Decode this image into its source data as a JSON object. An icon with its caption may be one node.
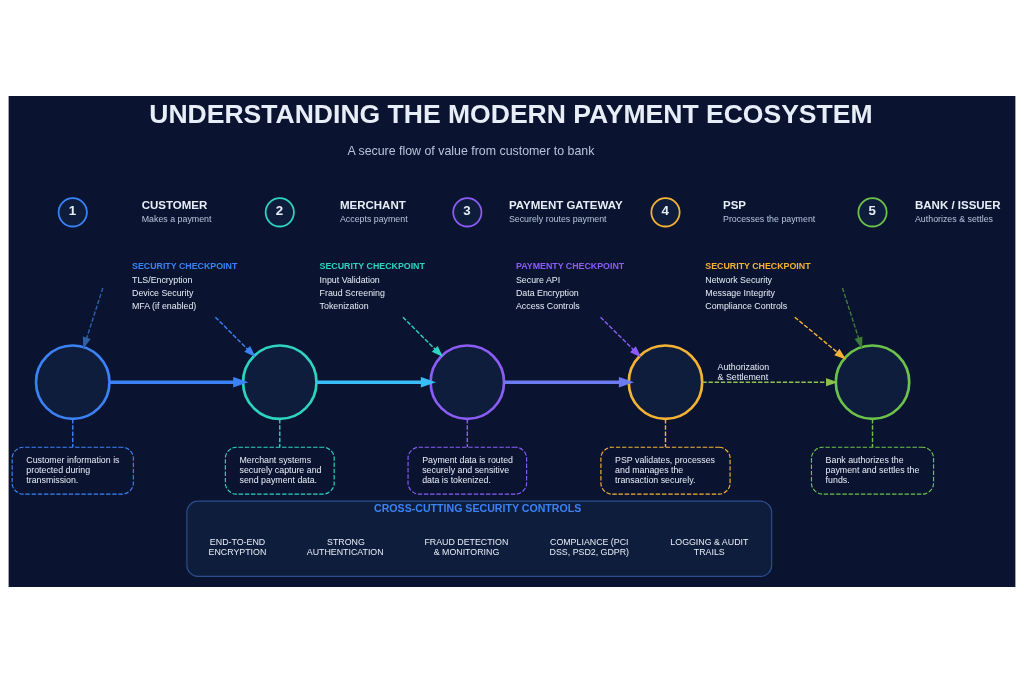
{
  "diagram": {
    "title": "UNDERSTANDING THE MODERN PAYMENT ECOSYSTEM",
    "nodes": [
      {
        "text": [
          "1"
        ],
        "beside": [
          "CUSTOMER",
          "Makes a payment"
        ]
      },
      {
        "text": [
          "2"
        ],
        "beside": [
          "MERCHANT",
          "Accepts payment"
        ]
      },
      {
        "text": [
          "3"
        ],
        "beside": [
          "PAYMENT GATEWAY",
          "Securely routes payment"
        ]
      },
      {
        "text": [
          "4"
        ],
        "beside": [
          "PSP",
          "Processes the payment"
        ]
      },
      {
        "text": [
          "5"
        ],
        "beside": [
          "BANK / ISSUER",
          "Authorizes & settles"
        ]
      },
      {
        "text": [
          "SECURITY CHECKPOINT",
          "TLS/Encryption",
          "Device Security",
          "MFA (if enabled)"
        ]
      },
      {
        "text": [
          "SECURITY CHECKPOINT",
          "Input Validation",
          "Fraud Screening",
          "Tokenization"
        ]
      },
      {
        "text": [
          "PAYMENTY CHECKPOINT",
          "Secure API",
          "Data Encryption",
          "Access Controls"
        ]
      },
      {
        "text": [
          "SECURITY CHECKPOINT",
          "Network Security",
          "Message Integrity",
          "Compliance Controls"
        ]
      },
      {
        "text": [],
        "shape": "circle"
      },
      {
        "text": [],
        "shape": "circle"
      },
      {
        "text": [],
        "shape": "circle"
      },
      {
        "text": [],
        "shape": "circle"
      },
      {
        "text": [],
        "shape": "circle"
      },
      {
        "text": [
          "Customer information is protected during transmission."
        ]
      },
      {
        "text": [
          "Merchant systems securely capture and send payment data."
        ]
      },
      {
        "text": [
          "Payment data is routed securely and sensitive data is tokenized."
        ]
      },
      {
        "text": [
          "PSP validates, processes and manages the transaction securely."
        ]
      },
      {
        "text": [
          "Bank authorizes the payment and settles the funds."
        ]
      },
      {
        "text": [
          "CROSS-CUTTING SECURITY CONTROLS"
        ]
      },
      {
        "text": [
          "END-TO-END ENCRYPTION"
        ],
        "in": 19
      },
      {
        "text": [
          "STRONG AUTHENTICATION"
        ],
        "in": 19
      },
      {
        "text": [
          "FRAUD DETECTION & MONITORING"
        ],
        "in": 19
      },
      {
        "text": [
          "COMPLIANCE (PCI DSS, PSD2, GDPR)"
        ],
        "in": 19
      },
      {
        "text": [
          "LOGGING & AUDIT TRAILS"
        ],
        "in": 19
      }
    ],
    "edges": [
      {
        "from": null,
        "to": 9,
        "arrow": "to",
        "style": "dashed",
        "color": "#2f5fa8"
      },
      {
        "from": 9,
        "to": 10,
        "arrow": "to",
        "style": "thick",
        "color": "#3b82f6"
      },
      {
        "from": 10,
        "to": 11,
        "arrow": "to",
        "style": "thick",
        "color": "#38bdf8"
      },
      {
        "from": 11,
        "to": 12,
        "arrow": "to",
        "style": "thick",
        "color": "#6d7bf0"
      },
      {
        "from": 12,
        "to": 13,
        "arrow": "to",
        "label": "Authorization & Settlement",
        "style": "dashed",
        "color": "#8cc152"
      },
      {
        "from": 5,
        "to": 10,
        "arrow": "to",
        "style": "dashed",
        "color": "#3b82f6"
      },
      {
        "from": 6,
        "to": 11,
        "arrow": "to",
        "style": "dashed",
        "color": "#2dd4bf"
      },
      {
        "from": 7,
        "to": 12,
        "arrow": "to",
        "style": "dashed",
        "color": "#8b5cf6"
      },
      {
        "from": 8,
        "to": 13,
        "arrow": "to",
        "style": "dashed",
        "color": "#f5b335"
      },
      {
        "from": null,
        "to": 13,
        "arrow": "to",
        "style": "dashed",
        "color": "#3f7a3a"
      },
      {
        "from": 9,
        "to": 14,
        "arrow": "none",
        "style": "dashed",
        "color": "#3b82f6"
      },
      {
        "from": 10,
        "to": 15,
        "arrow": "none",
        "style": "dashed",
        "color": "#2dd4bf"
      },
      {
        "from": 11,
        "to": 16,
        "arrow": "none",
        "style": "dashed",
        "color": "#8b5cf6"
      },
      {
        "from": 12,
        "to": 17,
        "arrow": "none",
        "style": "dashed",
        "color": "#f5b335"
      },
      {
        "from": 13,
        "to": 18,
        "arrow": "none",
        "style": "dashed",
        "color": "#6cc24a"
      }
    ],
    "labels": [
      "A secure flow of value from customer to bank"
    ]
  }
}
